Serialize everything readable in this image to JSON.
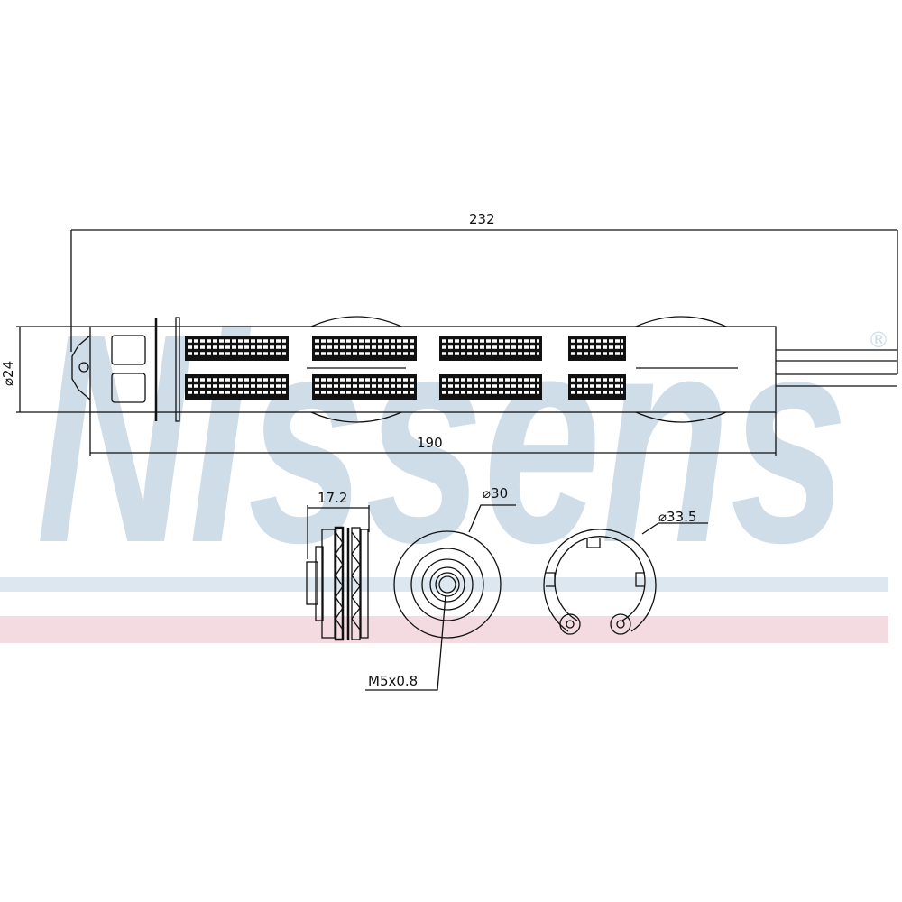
{
  "watermark": {
    "brand": "Nissens",
    "registered": "®"
  },
  "colors": {
    "watermark": "#cfdde9",
    "stripe_blue": "#dce7f0",
    "stripe_pink": "#f4dbe1",
    "line": "#111111"
  },
  "dimensions": {
    "overall_length": "232",
    "body_diameter": "⌀24",
    "body_length": "190",
    "cap_width": "17.2",
    "cap_diameter": "⌀30",
    "ring_diameter": "⌀33.5",
    "thread": "M5x0.8"
  }
}
